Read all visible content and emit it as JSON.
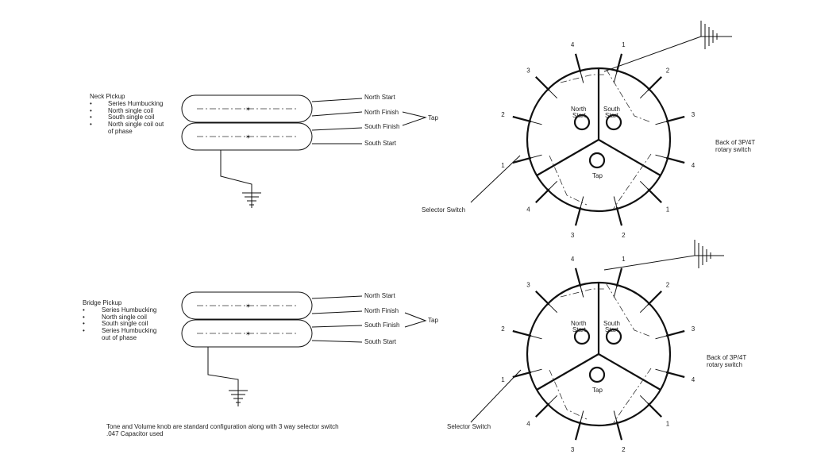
{
  "diagrams": [
    {
      "pickup": {
        "title": "Neck Pickup",
        "options": [
          "Series Humbucking",
          "North single coil",
          "South single coil",
          "North single coil out",
          "of phase"
        ],
        "wires": [
          "North Start",
          "North Finish",
          "South Finish",
          "South Start"
        ],
        "tap": "Tap"
      },
      "switch": {
        "sectors": [
          "North Start",
          "South Start",
          "Tap"
        ],
        "positions": [
          "1",
          "2",
          "3",
          "4",
          "1",
          "2",
          "3",
          "4",
          "1",
          "2",
          "3",
          "4"
        ],
        "caption": [
          "Back of 3P/4T",
          "rotary switch"
        ],
        "pointer_label": "Selector Switch"
      }
    },
    {
      "pickup": {
        "title": "Bridge Pickup",
        "options": [
          "Series Humbucking",
          "North single coil",
          "South single coil",
          "Series Humbucking",
          "out of phase"
        ],
        "wires": [
          "North Start",
          "North Finish",
          "South Finish",
          "South Start"
        ],
        "tap": "Tap"
      },
      "switch": {
        "sectors": [
          "North Start",
          "South Start",
          "Tap"
        ],
        "positions": [
          "1",
          "2",
          "3",
          "4",
          "1",
          "2",
          "3",
          "4",
          "1",
          "2",
          "3",
          "4"
        ],
        "caption": [
          "Back of 3P/4T",
          "rotary switch"
        ],
        "pointer_label": "Selector Switch"
      }
    }
  ],
  "footnote": [
    "Tone and Volume knob are standard configuration along with 3 way selector switch",
    ".047 Capacitor used"
  ]
}
